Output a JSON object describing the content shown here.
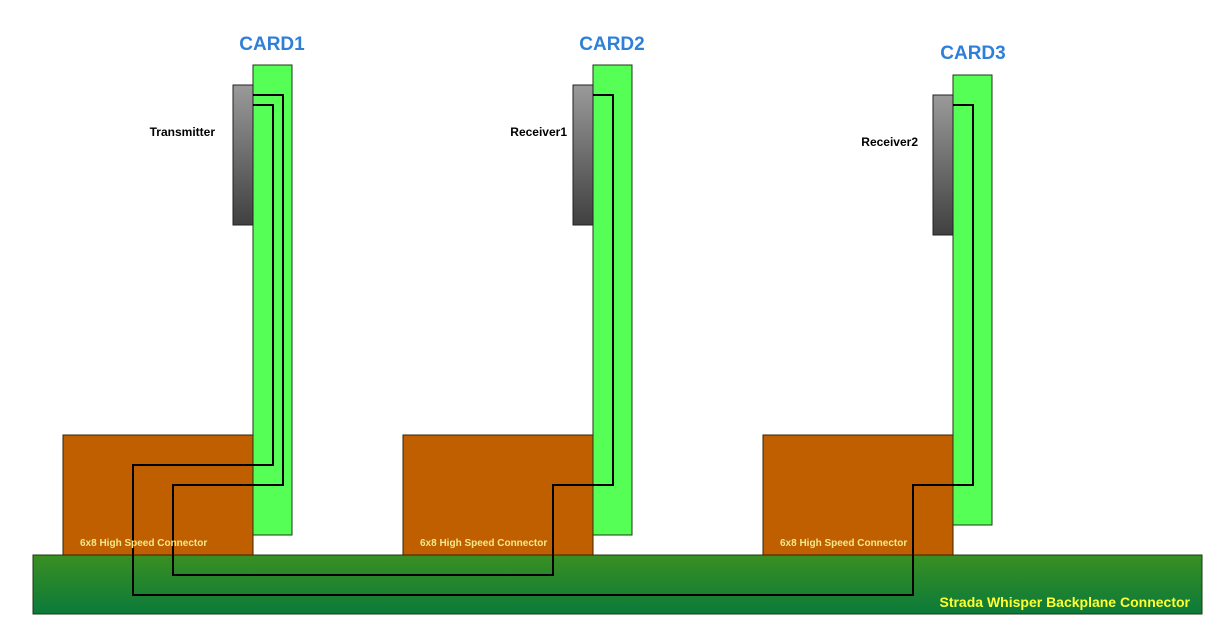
{
  "cards": [
    {
      "title": "CARD1",
      "device": "Transmitter",
      "connector": "6x8 High Speed Connector"
    },
    {
      "title": "CARD2",
      "device": "Receiver1",
      "connector": "6x8 High Speed Connector"
    },
    {
      "title": "CARD3",
      "device": "Receiver2",
      "connector": "6x8 High Speed Connector"
    }
  ],
  "backplane": {
    "label": "Strada Whisper Backplane Connector"
  },
  "colors": {
    "card": "#55ff55",
    "device_top": "#9a9a9a",
    "device_bottom": "#404040",
    "connector": "#c05f00",
    "backplane_top": "#3a8f22",
    "backplane_bottom": "#0b7a3a",
    "title": "#2f7fd8"
  }
}
